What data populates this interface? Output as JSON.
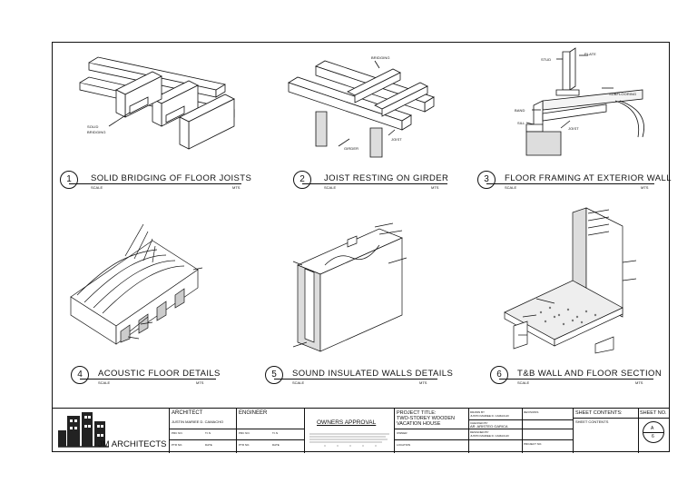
{
  "details": [
    {
      "num": "1",
      "title": "SOLID BRIDGING OF FLOOR JOISTS",
      "scale": "SCALE",
      "units": "MTS",
      "callouts": [
        "SOLID",
        "BRIDGING"
      ]
    },
    {
      "num": "2",
      "title": "JOIST RESTING ON GIRDER",
      "scale": "SCALE",
      "units": "MTS",
      "callouts": [
        "BRIDGING",
        "JOIST",
        "GIRDER"
      ]
    },
    {
      "num": "3",
      "title": "FLOOR FRAMING AT EXTERIOR WALL",
      "scale": "SCALE",
      "units": "MTS",
      "callouts": [
        "STUD",
        "PLATE",
        "SUBFLOORING",
        "BAND",
        "SILL",
        "JOIST"
      ]
    },
    {
      "num": "4",
      "title": "ACOUSTIC FLOOR DETAILS",
      "scale": "SCALE",
      "units": "MTS"
    },
    {
      "num": "5",
      "title": "SOUND INSULATED WALLS DETAILS",
      "scale": "SCALE",
      "units": "MTS"
    },
    {
      "num": "6",
      "title": "T&B WALL AND FLOOR SECTION",
      "scale": "SCALE",
      "units": "MTS"
    }
  ],
  "title_block": {
    "firm_name": "JM ARCHITECTS",
    "architect_label": "ARCHITECT",
    "architect_name": "JUSTIN MARIEE D. CAMACHO",
    "engineer_label": "ENGINEER",
    "prc_label": "PRC NO.",
    "tin_label": "T.I.N",
    "ptr_label": "PTR NO.",
    "date_label": "DATE",
    "owners_approval": "OWNERS APPROVAL",
    "owner_label": "OWNER",
    "location_label": "LOCATION",
    "project_title_label": "PROJECT TITLE:",
    "project_title_line1": "TWO-STOREY WOODEN",
    "project_title_line2": "VACATION HOUSE",
    "drawn_by_label": "DRAWN BY",
    "drawn_by_name": "JUSTIN MARIEE D. CAMACHO",
    "checked_by_label": "CHECKED BY",
    "checked_by_name": "AR. ARISTEO GARICA",
    "designed_by_label": "DESIGNED BY",
    "designed_by_name": "JUSTIN MARIEE D. CAMACHO",
    "revisions_label": "REVISIONS",
    "project_no_label": "PROJECT NO.",
    "sheet_contents_label": "SHEET CONTENTS:",
    "sheet_contents_value": "SHEET CONTENTS",
    "sheet_no_label": "SHEET NO.",
    "sheet_letter": "A",
    "sheet_number": "6"
  }
}
